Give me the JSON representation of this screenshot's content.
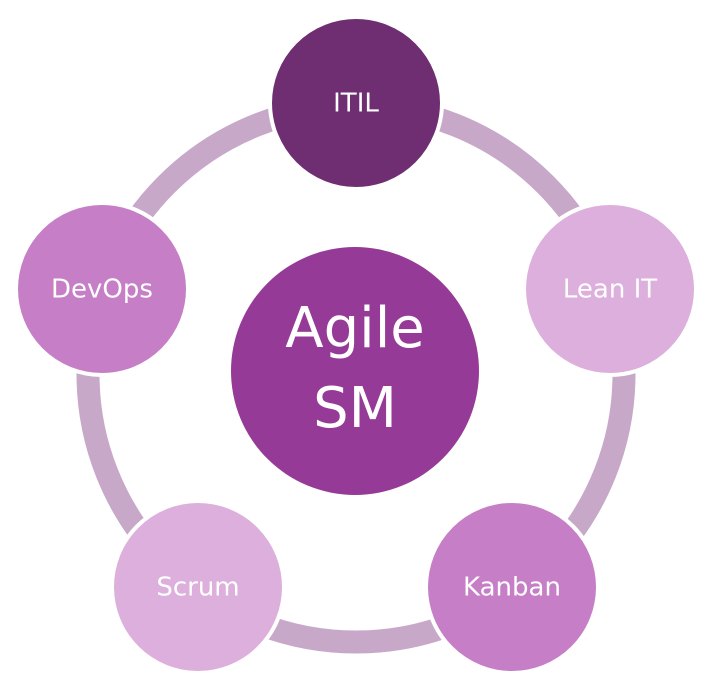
{
  "center": {
    "line1": "Agile",
    "line2": "SM",
    "color": "#953b97"
  },
  "ring_color": "#c8a8c9",
  "nodes": [
    {
      "label": "ITIL",
      "color": "#6e2e71"
    },
    {
      "label": "Lean IT",
      "color": "#ddafdc"
    },
    {
      "label": "Kanban",
      "color": "#c67fc6"
    },
    {
      "label": "Scrum",
      "color": "#ddafdc"
    },
    {
      "label": "DevOps",
      "color": "#c67fc6"
    }
  ]
}
